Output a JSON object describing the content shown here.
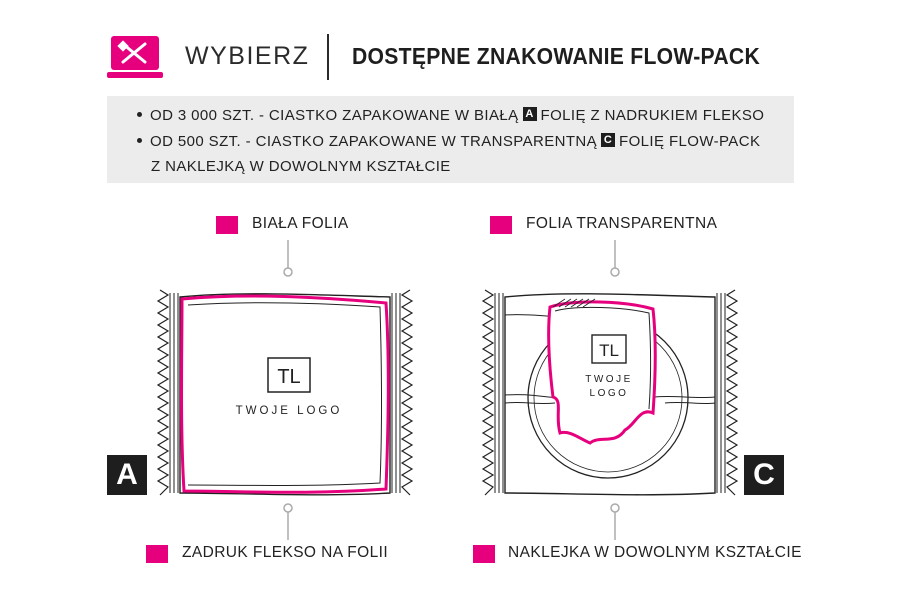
{
  "header": {
    "left_label": "WYBIERZ",
    "title": "DOSTĘPNE ZNAKOWANIE FLOW-PACK",
    "icon": "laptop-pencil-icon"
  },
  "info": {
    "line1_before": "OD 3 000 SZT. - CIASTKO ZAPAKOWANE W BIAŁĄ",
    "line1_badge": "A",
    "line1_after": "FOLIĘ Z NADRUKIEM FLEKSO",
    "line2_before": "OD 500 SZT. - CIASTKO ZAPAKOWANE W TRANSPARENTNĄ",
    "line2_badge": "C",
    "line2_after": "FOLIĘ FLOW-PACK",
    "line3": "Z NAKLEJKĄ W DOWOLNYM KSZTAŁCIE"
  },
  "package_a": {
    "letter": "A",
    "top_label": "BIAŁA FOLIA",
    "bottom_label": "ZADRUK FLEKSO NA FOLII",
    "logo_mark": "TL",
    "logo_text": "TWOJE LOGO"
  },
  "package_c": {
    "letter": "C",
    "top_label": "FOLIA TRANSPARENTNA",
    "bottom_label": "NAKLEJKA W DOWOLNYM KSZTAŁCIE",
    "logo_mark": "TL",
    "logo_text_1": "TWOJE",
    "logo_text_2": "LOGO"
  },
  "colors": {
    "accent": "#e6007e",
    "dark": "#1e1e1e",
    "panel": "#ececec"
  }
}
